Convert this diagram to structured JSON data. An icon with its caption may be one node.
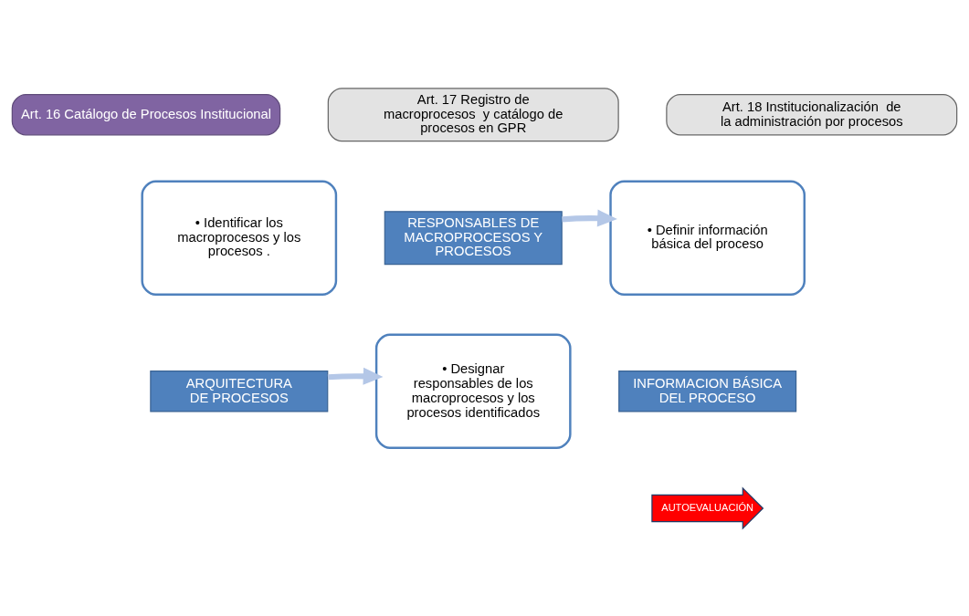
{
  "diagram": {
    "nodes": [
      {
        "text": [
          "Art. 16 Catálogo de Procesos Institucional"
        ]
      },
      {
        "text": [
          "Art. 17 Registro de macroprocesos  y catálogo de procesos en GPR"
        ]
      },
      {
        "text": [
          "Art. 18 Institucionalización  de la administración por procesos"
        ]
      },
      {
        "text": [
          "• Identificar los macroprocesos y los procesos ."
        ]
      },
      {
        "text": [
          "ARQUITECTURA DE PROCESOS"
        ]
      },
      {
        "text": [
          "RESPONSABLES DE MACROPROCESOS Y PROCESOS"
        ]
      },
      {
        "text": [
          "• Designar responsables de los macroprocesos y los procesos identificados"
        ]
      },
      {
        "text": [
          "• Definir información básica del proceso"
        ]
      },
      {
        "text": [
          "INFORMACION BÁSICA DEL PROCESO"
        ]
      },
      {
        "text": [
          "AUTOEVALUACIÓN"
        ]
      }
    ],
    "edges": [
      {
        "from": 4,
        "to": 6,
        "arrow": "to"
      },
      {
        "from": 5,
        "to": 7,
        "arrow": "to"
      }
    ]
  }
}
